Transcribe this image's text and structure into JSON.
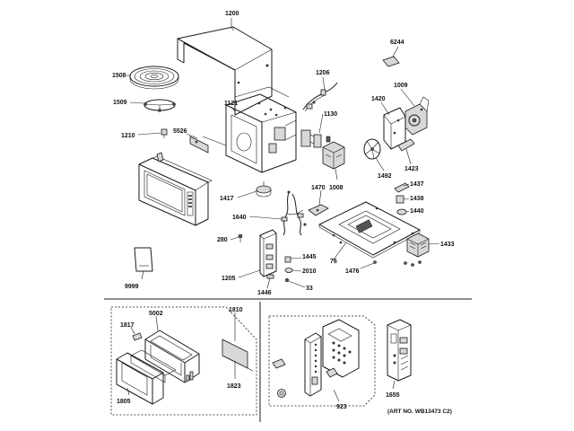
{
  "callouts": {
    "c1200": "1200",
    "c6244": "6244",
    "c1508": "1508",
    "c1206": "1206",
    "c1009": "1009",
    "c1509": "1509",
    "c1420": "1420",
    "c1121": "1121",
    "c1130": "1130",
    "c1210": "1210",
    "c5526": "5526",
    "c1492": "1492",
    "c1423": "1423",
    "c1008": "1008",
    "c1437": "1437",
    "c1470": "1470",
    "c1438": "1438",
    "c1417": "1417",
    "c1440": "1440",
    "c1640": "1640",
    "c280": "280",
    "c1433": "1433",
    "c1445": "1445",
    "c76": "76",
    "c2010": "2010",
    "c1476": "1476",
    "c1205": "1205",
    "c33": "33",
    "c1446": "1446",
    "c9999": "9999",
    "c1817": "1817",
    "c5002": "5002",
    "c1810": "1810",
    "c1823": "1823",
    "c1805": "1805",
    "c923": "923",
    "c1655": "1655"
  },
  "art_number": "(ART NO. WB13473 C2)"
}
